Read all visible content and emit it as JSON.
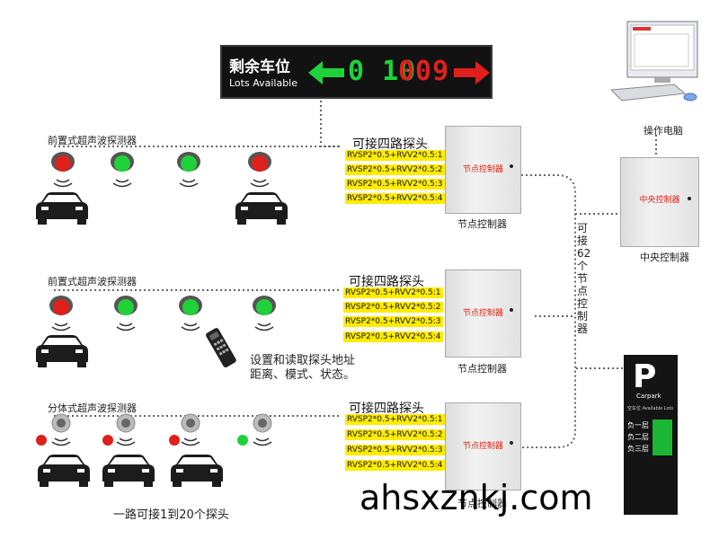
{
  "sign": {
    "title_zh": "剩余车位",
    "title_en": "Lots Available",
    "count": "0 10 009"
  },
  "pc_label": "操作电脑",
  "central_label": "中央控制器",
  "central_box_label": "中央控制器",
  "connect_62": "可接62个节点控制器",
  "groups": [
    {
      "detector_type": "前置式超声波探测器",
      "four_ports": "可接四路探头",
      "ports": [
        "RVSP2*0.5+RVV2*0.5:1",
        "RVSP2*0.5+RVV2*0.5:2",
        "RVSP2*0.5+RVV2*0.5:3",
        "RVSP2*0.5+RVV2*0.5:4"
      ],
      "node_box_label": "节点控制器",
      "node_label": "节点控制器"
    },
    {
      "detector_type": "前置式超声波探测器",
      "four_ports": "可接四路探头",
      "ports": [
        "RVSP2*0.5+RVV2*0.5:1",
        "RVSP2*0.5+RVV2*0.5:2",
        "RVSP2*0.5+RVV2*0.5:3",
        "RVSP2*0.5+RVV2*0.5:4"
      ],
      "node_box_label": "节点控制器",
      "node_label": "节点控制器"
    },
    {
      "detector_type": "分体式超声波探测器",
      "four_ports": "可接四路探头",
      "ports": [
        "RVSP2*0.5+RVV2*0.5:1",
        "RVSP2*0.5+RVV2*0.5:2",
        "RVSP2*0.5+RVV2*0.5:3",
        "RVSP2*0.5+RVV2*0.5:4"
      ],
      "node_box_label": "节点控制器",
      "node_label": "节点控制器"
    }
  ],
  "remote_text": [
    "设置和读取探头地址",
    "距离、模式、状态。"
  ],
  "split_note": "一路可接1到20个探头",
  "parking": {
    "letter": "P",
    "brand": "Carpark",
    "subtitle": "空车位 Available Lots",
    "levels": [
      "负一层",
      "负二层",
      "负三层"
    ]
  },
  "watermark": "ahsxznkj.com",
  "colors": {
    "red": "#e0201b",
    "green": "#1fd23a",
    "yellow": "#ffec00"
  }
}
